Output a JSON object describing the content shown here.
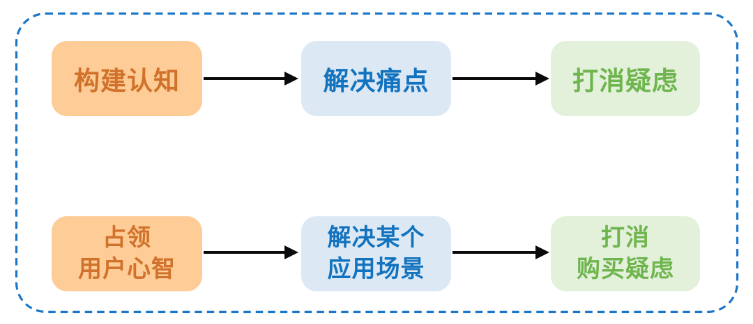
{
  "diagram": {
    "frame": {
      "stroke_color": "#1b76c8",
      "style": "dashed-rounded-rect"
    },
    "arrow_color": "#0a0a0a",
    "colors": {
      "orange_fill": "#fecc96",
      "orange_text": "#d0722b",
      "blue_fill": "#dce9f5",
      "blue_text": "#1473be",
      "green_fill": "#e3f0da",
      "green_text": "#6fb54e"
    },
    "rows": [
      {
        "nodes": [
          {
            "label": "构建认知",
            "color": "orange"
          },
          {
            "label": "解决痛点",
            "color": "blue"
          },
          {
            "label": "打消疑虑",
            "color": "green"
          }
        ]
      },
      {
        "nodes": [
          {
            "label": "占领\n用户心智",
            "color": "orange"
          },
          {
            "label": "解决某个\n应用场景",
            "color": "blue"
          },
          {
            "label": "打消\n购买疑虑",
            "color": "green"
          }
        ]
      }
    ]
  }
}
